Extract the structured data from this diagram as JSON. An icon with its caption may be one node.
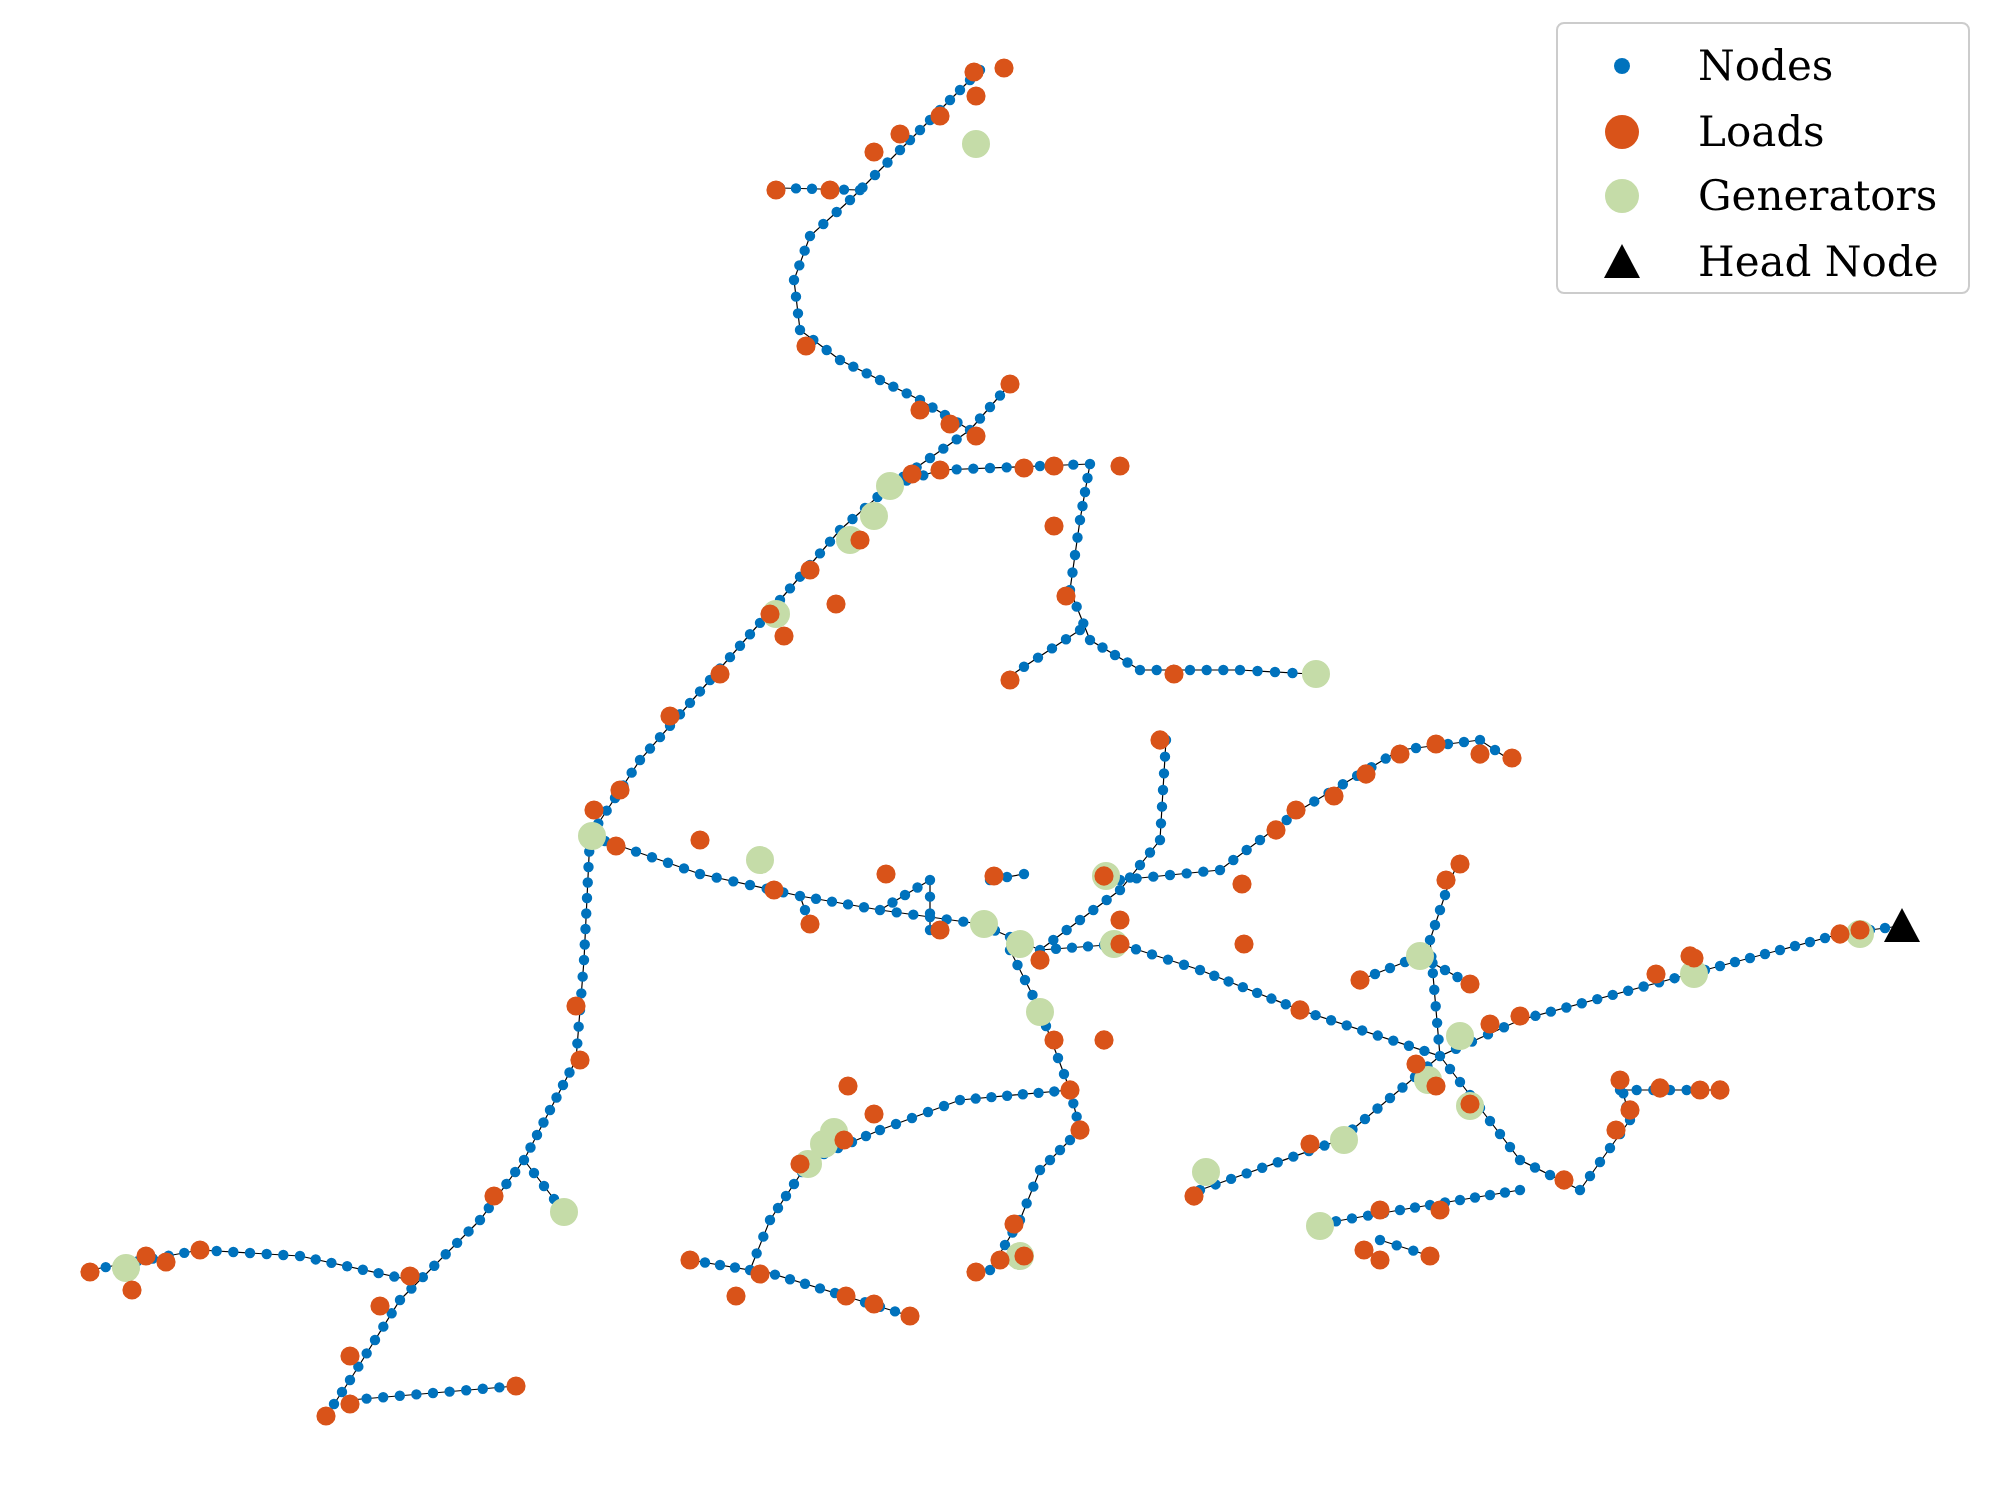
{
  "diagram": {
    "legend": [
      {
        "text": "Nodes",
        "color": "#0072bd"
      },
      {
        "text": "Loads",
        "color": "#d95319"
      },
      {
        "text": "Generators",
        "color": "#c5dca8"
      },
      {
        "text": "Head Node",
        "color": "#000000"
      }
    ]
  }
}
